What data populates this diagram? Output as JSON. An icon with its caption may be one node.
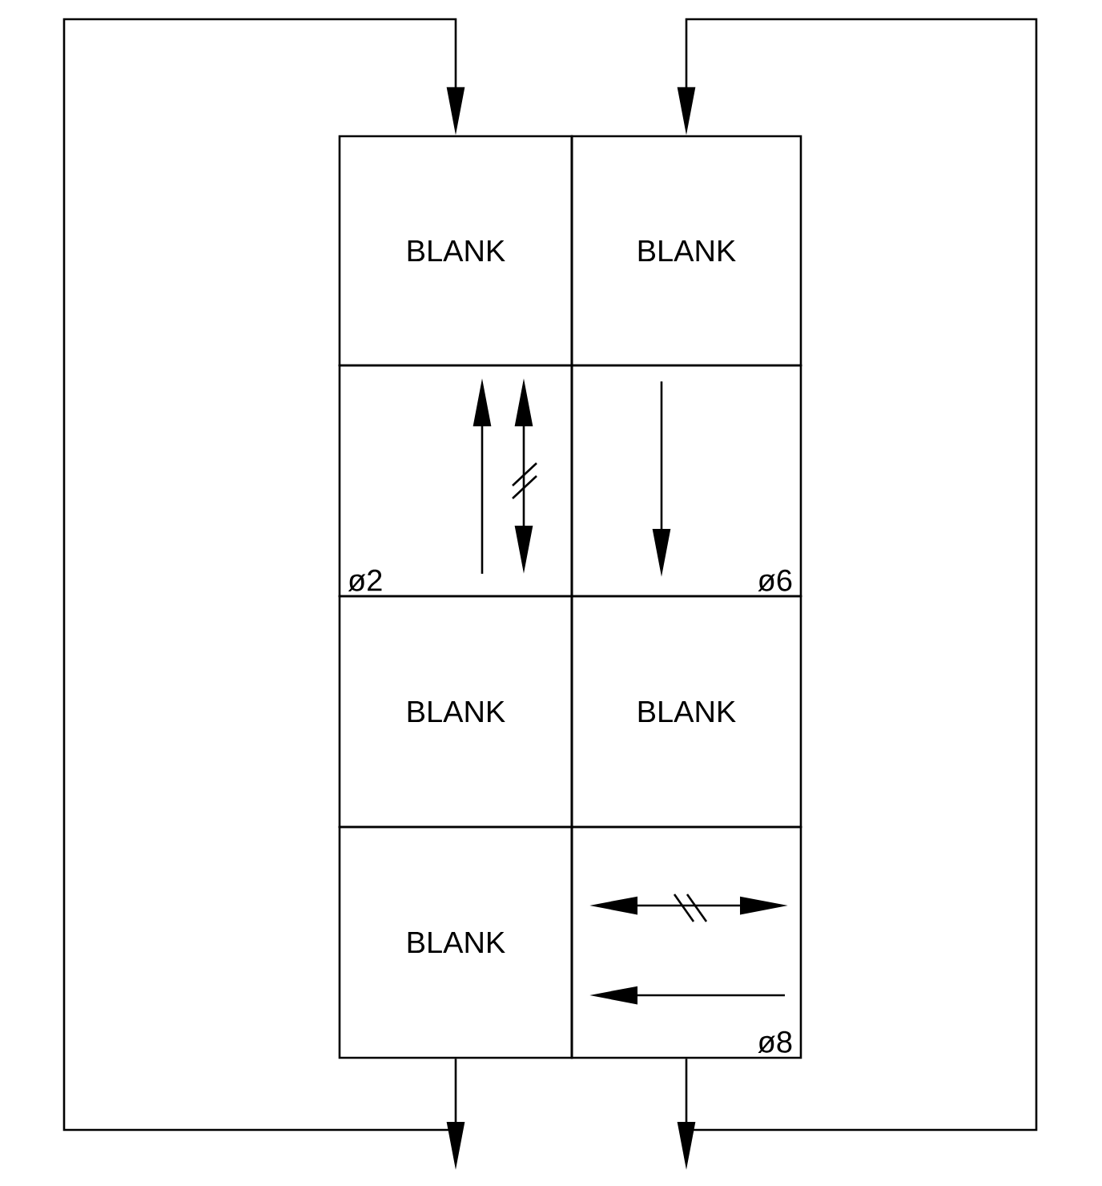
{
  "diagram": {
    "nodes": [
      {
        "text": [
          "BLANK"
        ]
      },
      {
        "text": [
          "BLANK"
        ]
      },
      {
        "text": [
          "ø2"
        ]
      },
      {
        "text": [
          "ø6"
        ]
      },
      {
        "text": [
          "BLANK"
        ]
      },
      {
        "text": [
          "BLANK"
        ]
      },
      {
        "text": [
          "BLANK"
        ]
      },
      {
        "text": [
          "ø8"
        ]
      }
    ],
    "edges": [
      {
        "from": 6,
        "to": 0,
        "arrow": "to"
      },
      {
        "from": 7,
        "to": 1,
        "arrow": "to"
      }
    ]
  }
}
